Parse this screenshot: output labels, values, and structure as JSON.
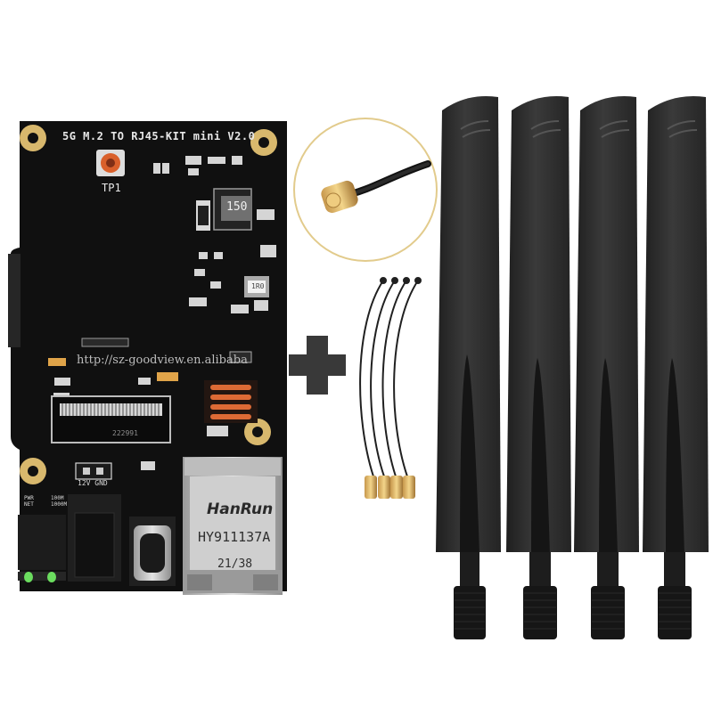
{
  "board": {
    "title": "5G M.2 TO RJ45-KIT mini V2.0",
    "test_point": "TP1",
    "inductor_marking": "150",
    "small_component_marking": "1R0",
    "power_label": "12V  GND",
    "led_labels": "PWR\nNET",
    "speed_labels": "100M\n1000M",
    "slot_code": "222991"
  },
  "watermark": "http://sz-goodview.en.alibaba",
  "rj45_jack": {
    "brand": "HanRun",
    "model": "HY911137A",
    "code": "21/38"
  },
  "colors": {
    "pcb": "#111111",
    "pad_gold": "#d6b56c",
    "heatsink": "#dd6a35",
    "antenna": "#2c2c2c",
    "background": "#ffffff"
  },
  "icons": {
    "plus": "plus-sign-icon",
    "connector_zoom": "ipex-connector-icon"
  }
}
